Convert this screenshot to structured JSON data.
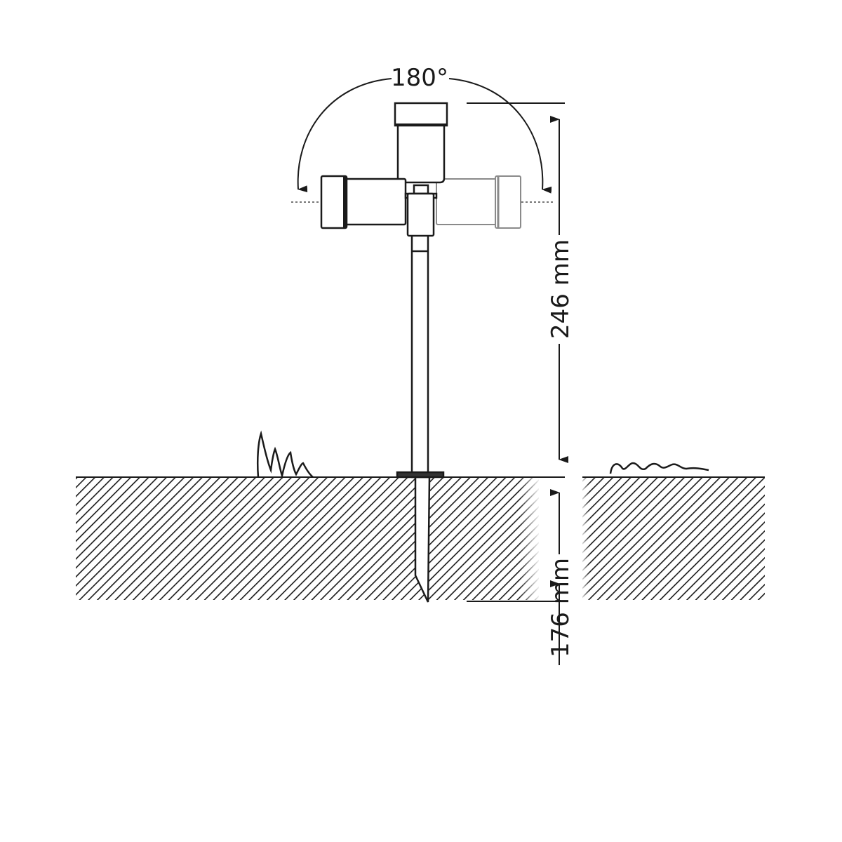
{
  "diagram": {
    "rotation_label": "180°",
    "height_above_ground_label": "246 mm",
    "depth_below_ground_label": "176 mm"
  },
  "colors": {
    "line": "#1a1a1a",
    "ghost_line": "#8a8a8a",
    "background": "#ffffff"
  }
}
